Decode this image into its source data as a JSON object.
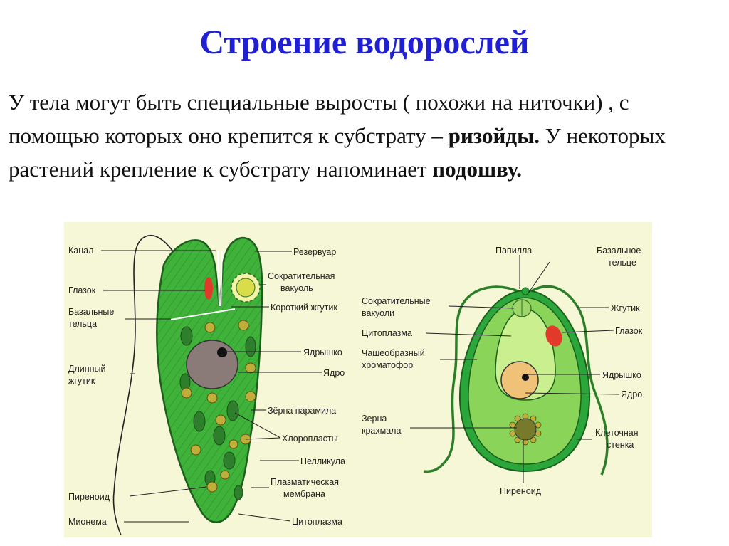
{
  "slide": {
    "title": "Строение водорослей",
    "text": {
      "p1": "У тела могут быть специальные выросты ( похожи на ниточки) , с помощью которых оно крепится к субстрату –",
      "b1": "ризойды.",
      "p2": " У некоторых растений крепление к субстрату напоминает ",
      "b2": "подошву."
    }
  },
  "euglena": {
    "labels": {
      "kanal": "Канал",
      "glazok": "Глазок",
      "bazalnye1": "Базальные",
      "bazalnye2": "тельца",
      "dlinny1": "Длинный",
      "dlinny2": "жгутик",
      "pirenoid": "Пиреноид",
      "mionema": "Мионема",
      "rezervuar": "Резервуар",
      "sokr1": "Сократительная",
      "sokr2": "вакуоль",
      "korotky": "Короткий жгутик",
      "yadryshko": "Ядрышко",
      "yadro": "Ядро",
      "zerna_paramila": "Зёрна парамила",
      "hloroplasty": "Хлоропласты",
      "pellikula": "Пелликула",
      "plazm1": "Плазматическая",
      "plazm2": "мембрана",
      "citoplazma": "Цитоплазма"
    }
  },
  "chlamydomonas": {
    "labels": {
      "papilla": "Папилла",
      "sokr1": "Сократительные",
      "sokr2": "вакуоли",
      "citoplazma": "Цитоплазма",
      "chash1": "Чашеобразный",
      "chash2": "хроматофор",
      "zerna1": "Зерна",
      "zerna2": "крахмала",
      "pirenoid": "Пиреноид",
      "bazalnoe1": "Базальное",
      "bazalnoe2": "тельце",
      "zhgutik": "Жгутик",
      "glazok": "Глазок",
      "yadryshko": "Ядрышко",
      "yadro": "Ядро",
      "kletochnaya1": "Клеточная",
      "kletochnaya2": "стенка"
    }
  },
  "colors": {
    "title": "#1f1fd6",
    "cell_green": "#3fb23a",
    "cell_light_green": "#8bd45a",
    "nucleus": "#8a7b78",
    "eyespot": "#e23a2a",
    "background": "#f6f7d7"
  }
}
